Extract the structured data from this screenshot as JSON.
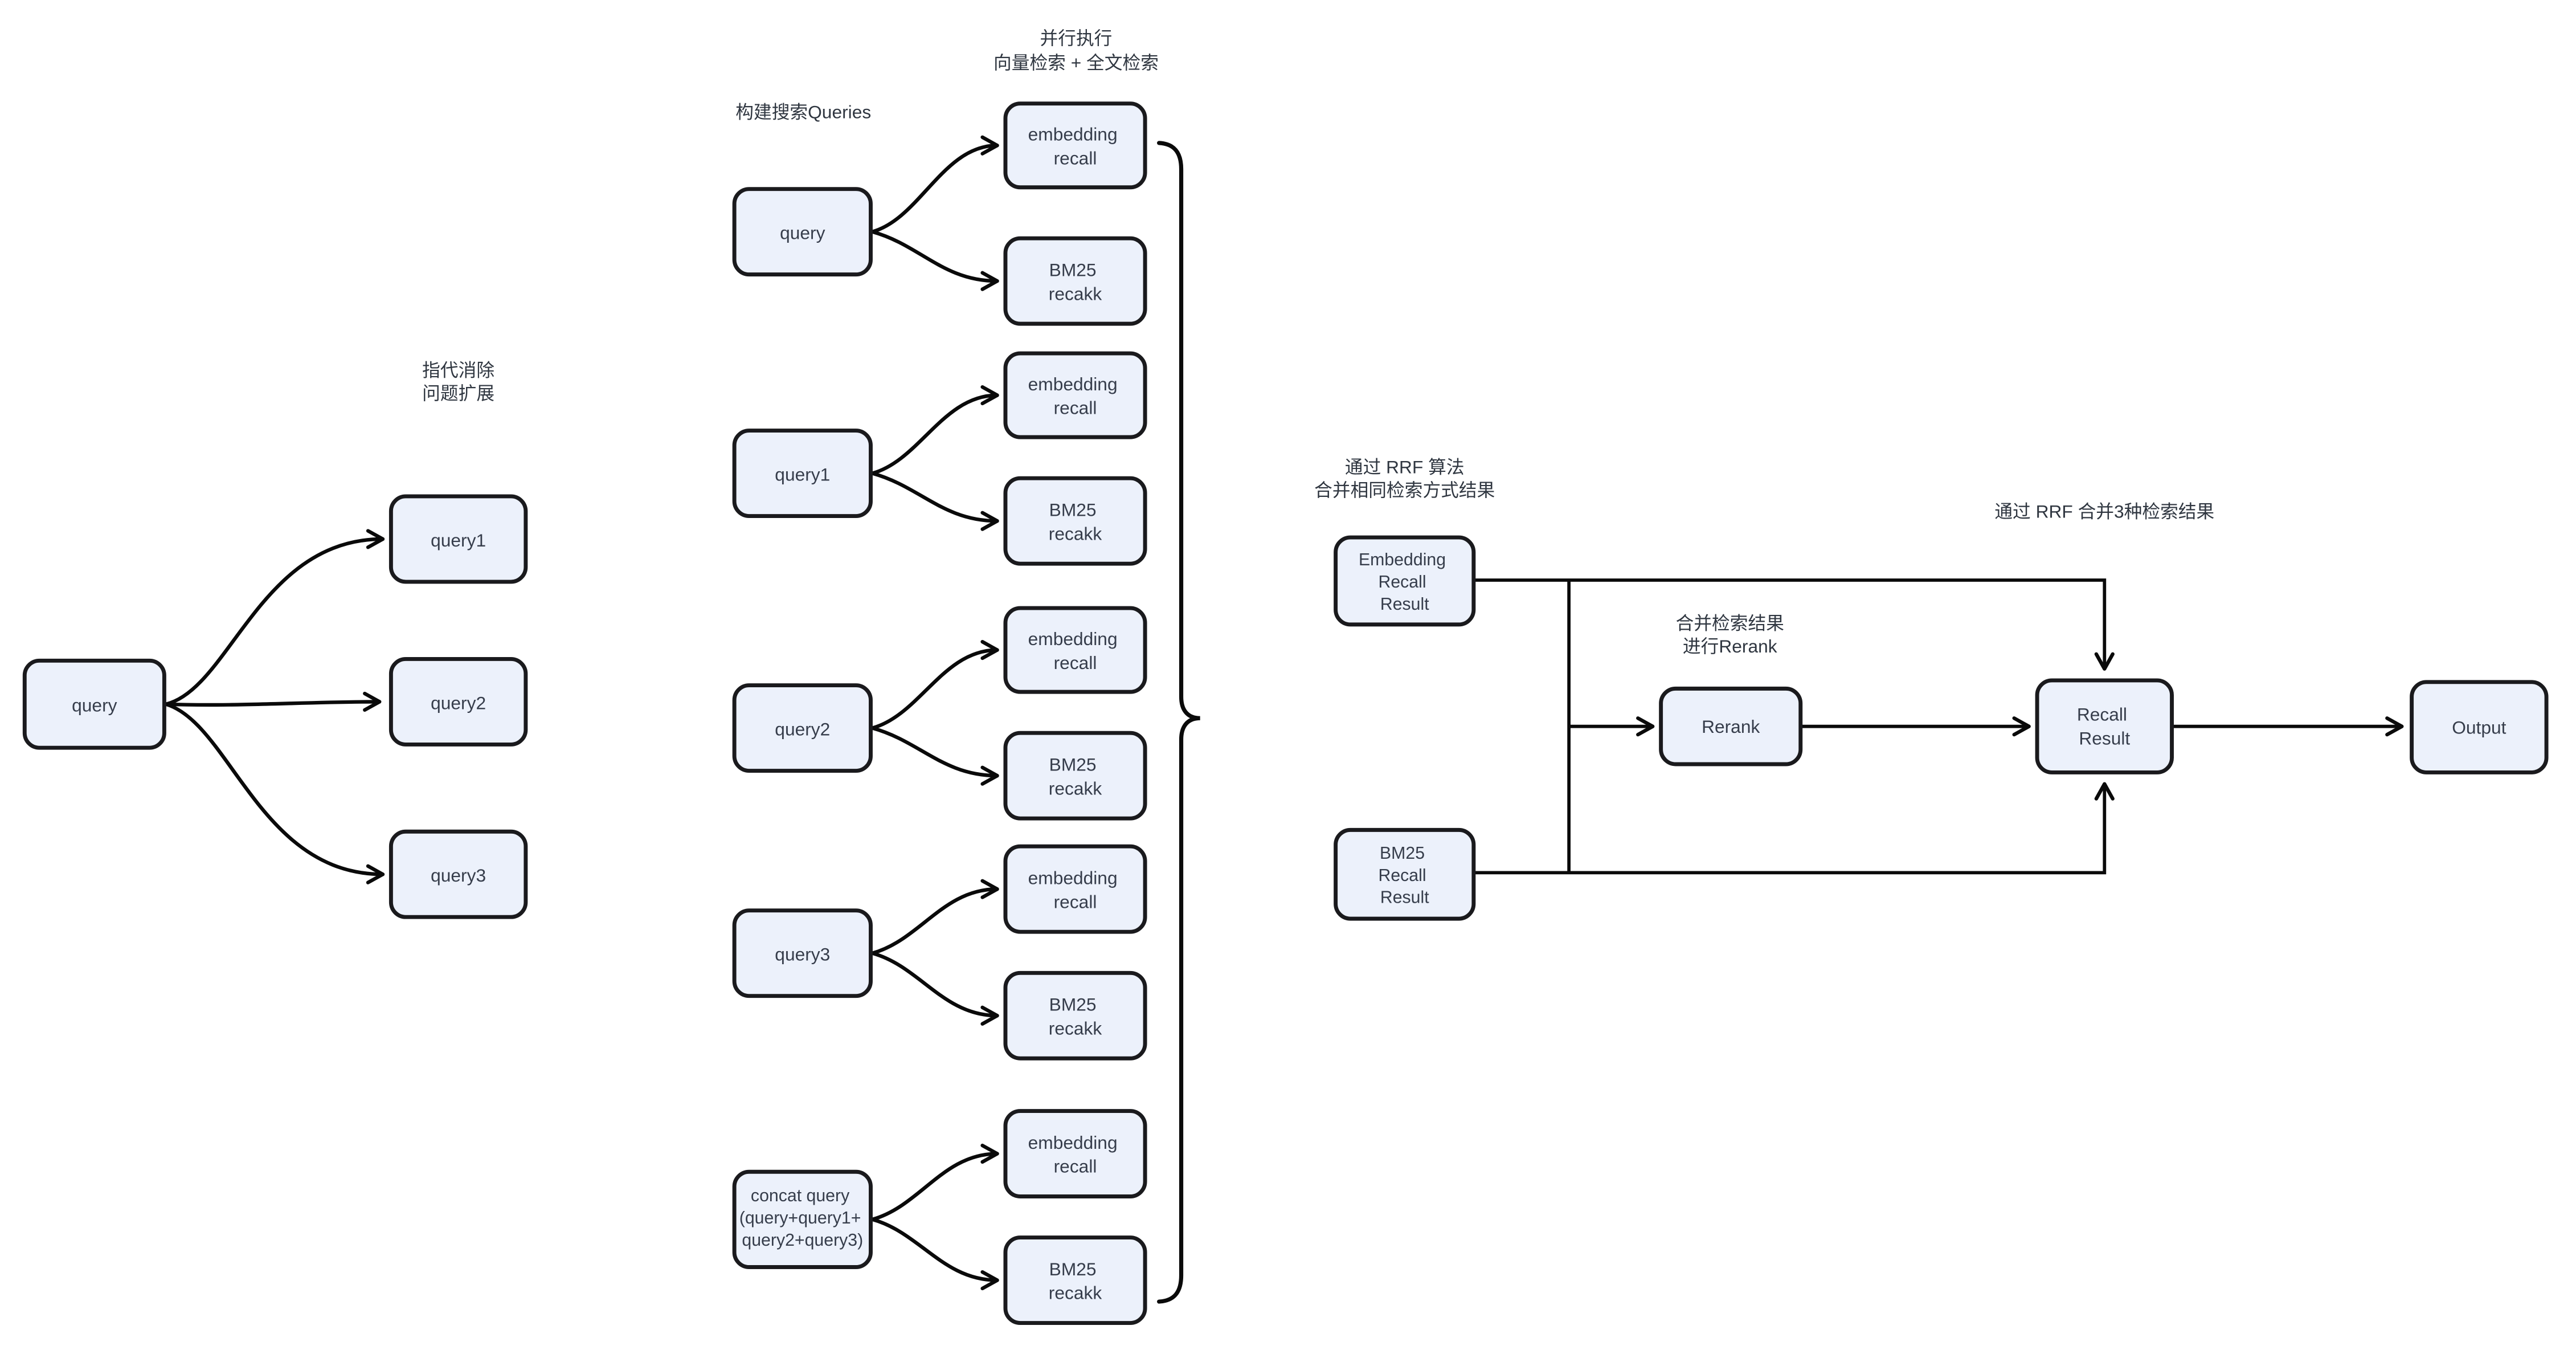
{
  "colors": {
    "background": "#ffffff",
    "node_fill": "#ECF1FB",
    "node_border": "#1a1a1d",
    "edge": "#0a0a0a",
    "node_text": "#363D4B",
    "label_text": "#2F3640"
  },
  "labels": {
    "left_note_1": "指代消除",
    "left_note_2": "问题扩展",
    "build_queries": "构建搜索Queries",
    "parallel_1": "并行执行",
    "parallel_2": "向量检索 + 全文检索",
    "rrf_merge_1": "通过 RRF 算法",
    "rrf_merge_2": "合并相同检索方式结果",
    "rerank_note_1": "合并检索结果",
    "rerank_note_2": "进行Rerank",
    "rrf3_note": "通过 RRF 合并3种检索结果"
  },
  "left": {
    "root": "query",
    "children": [
      "query1",
      "query2",
      "query3"
    ]
  },
  "middle": {
    "rows": [
      {
        "query": "query",
        "emb": [
          "embedding",
          "recall"
        ],
        "bm25": [
          "BM25",
          "recakk"
        ]
      },
      {
        "query": "query1",
        "emb": [
          "embedding",
          "recall"
        ],
        "bm25": [
          "BM25",
          "recakk"
        ]
      },
      {
        "query": "query2",
        "emb": [
          "embedding",
          "recall"
        ],
        "bm25": [
          "BM25",
          "recakk"
        ]
      },
      {
        "query": "query3",
        "emb": [
          "embedding",
          "recall"
        ],
        "bm25": [
          "BM25",
          "recakk"
        ]
      },
      {
        "query": [
          "concat query",
          "(query+query1+",
          "query2+query3)"
        ],
        "emb": [
          "embedding",
          "recall"
        ],
        "bm25": [
          "BM25",
          "recakk"
        ]
      }
    ]
  },
  "right": {
    "embedding_result": [
      "Embedding",
      "Recall",
      "Result"
    ],
    "bm25_result": [
      "BM25",
      "Recall",
      "Result"
    ],
    "rerank": "Rerank",
    "recall_result": [
      "Recall",
      "Result"
    ],
    "output": "Output"
  }
}
